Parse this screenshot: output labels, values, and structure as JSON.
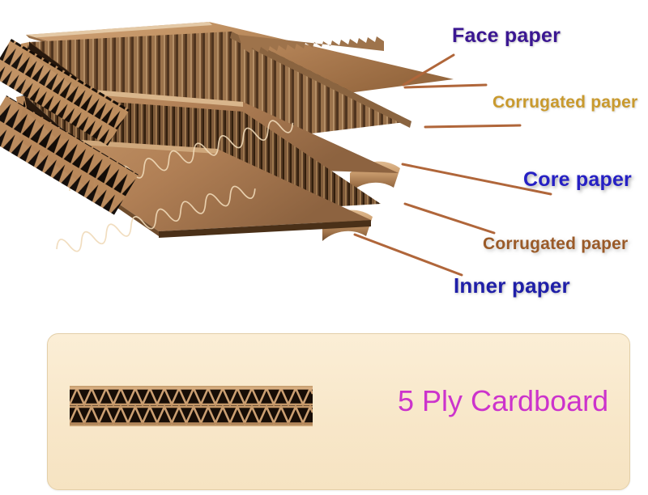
{
  "image": {
    "title": "5 Ply Cardboard corrugated board layer diagram",
    "background_color": "#ffffff"
  },
  "diagram": {
    "name": "exploded-corrugated-board",
    "layer_count": 5,
    "layers": [
      {
        "id": "face",
        "label": "Face paper",
        "type": "liner"
      },
      {
        "id": "corr1",
        "label": "Corrugated paper",
        "type": "fluting"
      },
      {
        "id": "core",
        "label": "Core paper",
        "type": "liner"
      },
      {
        "id": "corr2",
        "label": "Corrugated paper",
        "type": "fluting"
      },
      {
        "id": "inner",
        "label": "Inner paper",
        "type": "liner"
      }
    ]
  },
  "labels": {
    "face": {
      "text": "Face paper",
      "color": "#3b1792"
    },
    "corr1": {
      "text": "Corrugated paper",
      "color": "#c99a2e"
    },
    "core": {
      "text": "Core paper",
      "color": "#2620c4"
    },
    "corr2": {
      "text": "Corrugated paper",
      "color": "#9a5a28"
    },
    "inner": {
      "text": "Inner paper",
      "color": "#1f1fa8"
    }
  },
  "panel": {
    "title": "5 Ply Cardboard",
    "title_color": "#cc33cc",
    "background_color": "#f8e7c9",
    "border_color": "#e3cfa8",
    "cross_section": {
      "name": "corrugated-cross-section",
      "flute_rows": 2,
      "flute_color": "#c9a173",
      "void_color": "#170d06"
    }
  },
  "colors": {
    "kraft_light": "#c69668",
    "kraft_mid": "#a9794f",
    "kraft_dark": "#6b4526",
    "flute_shadow": "#1c1009",
    "leader_line": "#b0663a"
  }
}
